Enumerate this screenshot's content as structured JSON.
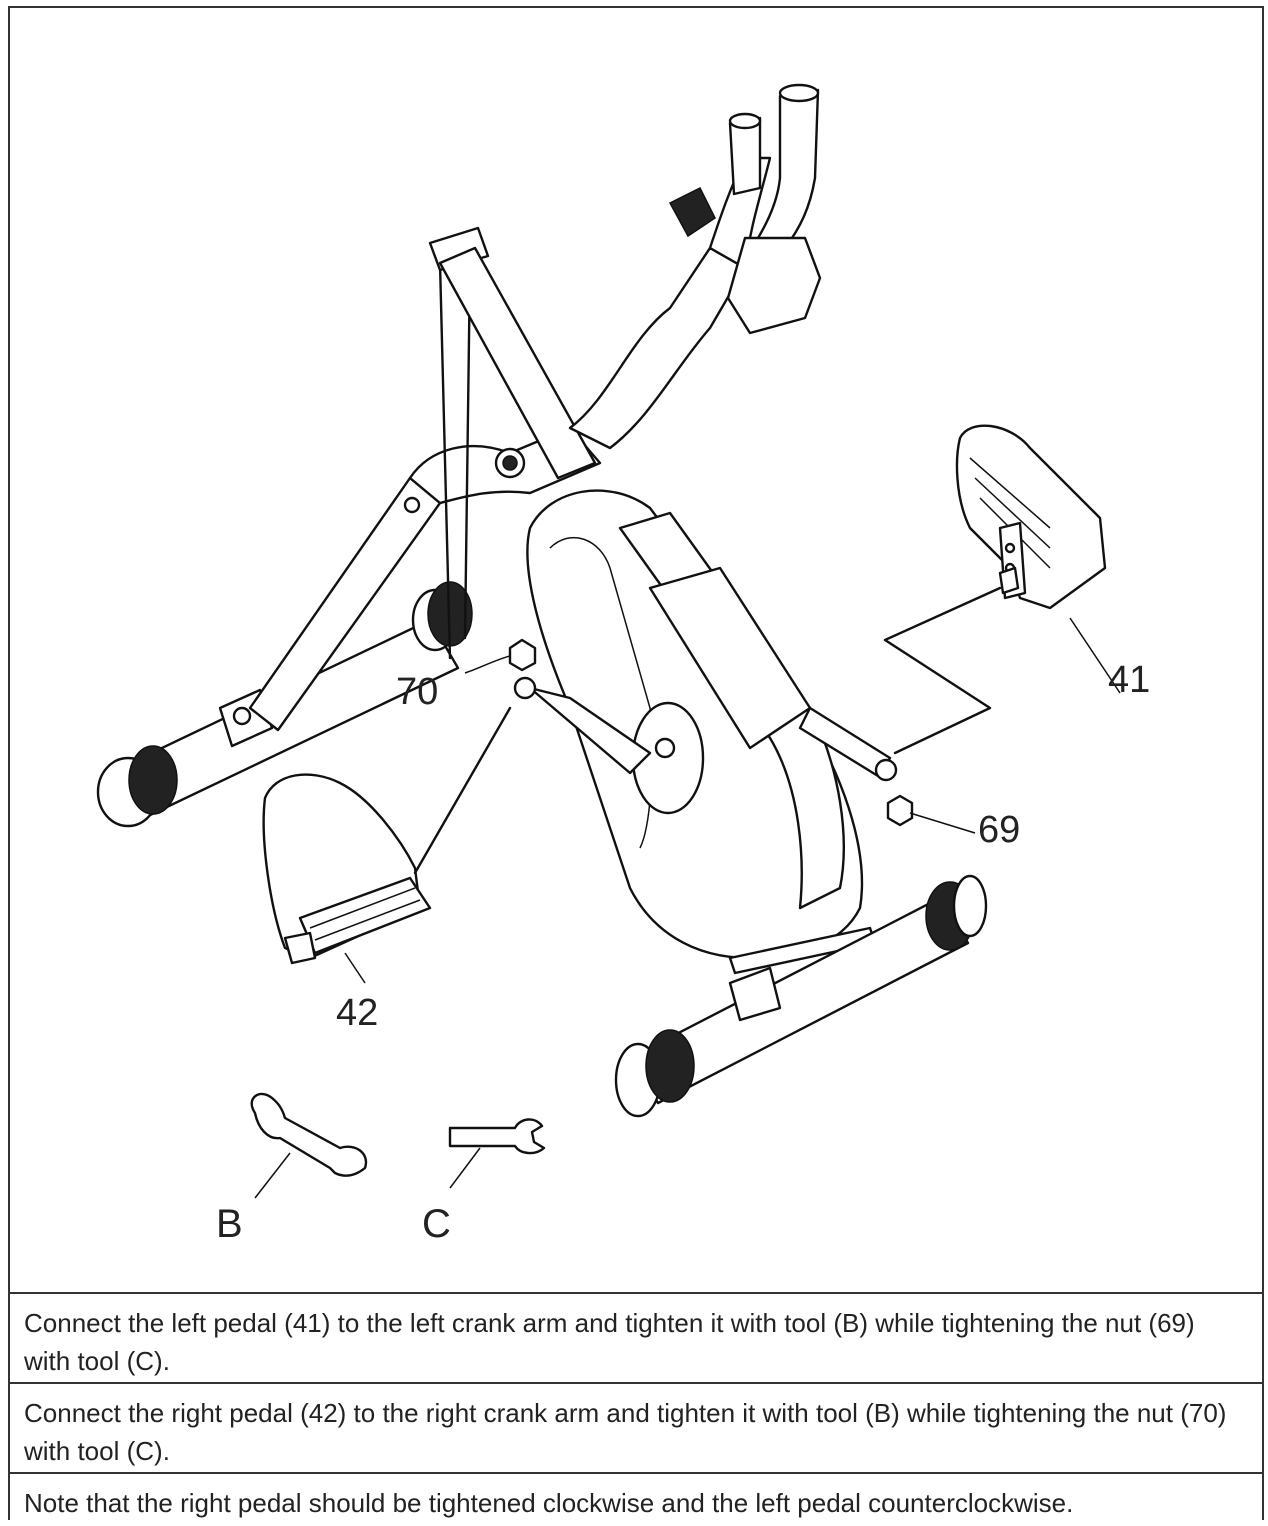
{
  "figure": {
    "callouts": {
      "p70": "70",
      "p41": "41",
      "p69": "69",
      "p42": "42"
    },
    "tools": {
      "b_label": "B",
      "c_label": "C"
    }
  },
  "instructions": [
    "Connect the left pedal (41) to the left crank arm and tighten it with tool (B) while tightening the nut (69) with tool (C).",
    "Connect the right pedal (42) to the right crank arm and tighten it with tool (B) while tightening the nut (70) with tool (C).",
    "Note that the right pedal should be tightened clockwise and the left pedal counterclockwise."
  ]
}
